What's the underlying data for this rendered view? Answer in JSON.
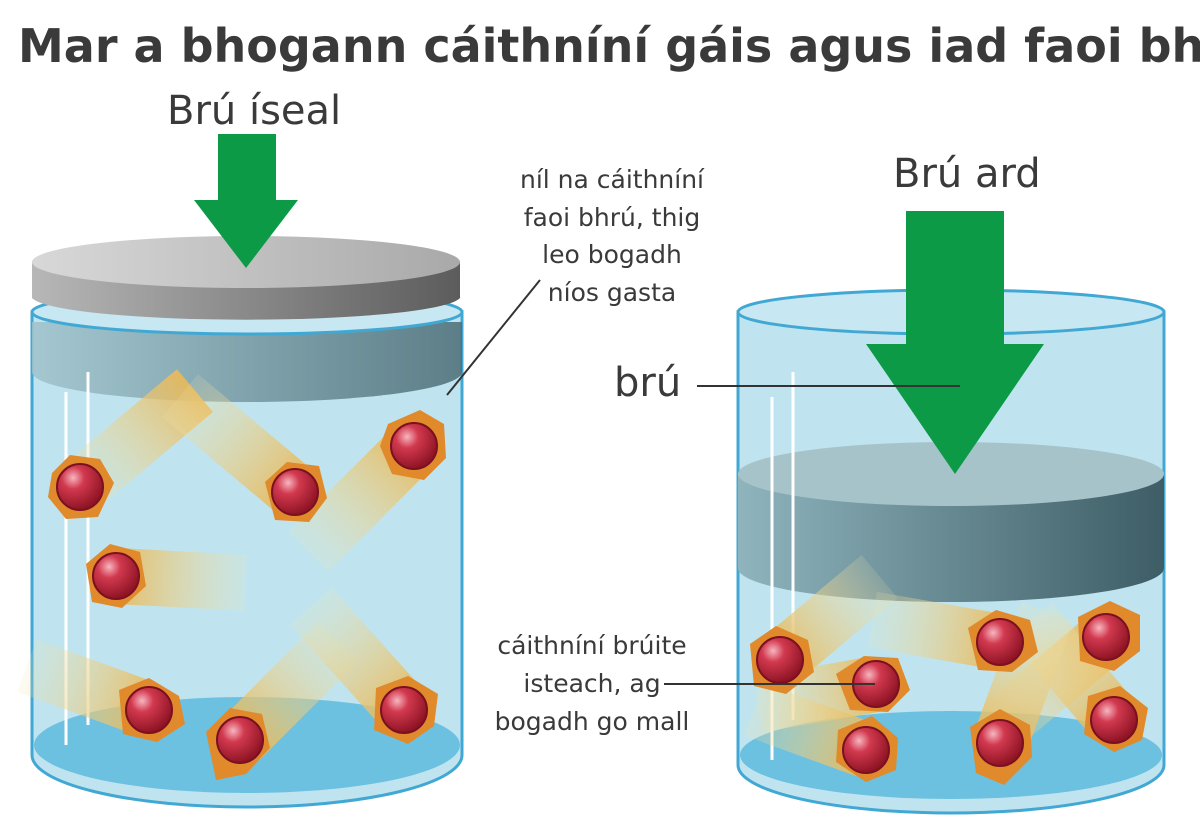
{
  "title": "Mar a bhogann cáithníní gáis agus iad faoi bhrú...",
  "left_jar": {
    "pressure_label": "Brú íseal",
    "annotation_lines": [
      "níl na cáithníní",
      "faoi bhrú, thig",
      "leo bogadh",
      "níos gasta"
    ]
  },
  "right_jar": {
    "pressure_label": "Brú ard",
    "pressure_callout": "brú",
    "annotation_lines": [
      "cáithníní brúite",
      "isteach, ag",
      "bogadh go mall"
    ]
  },
  "colors": {
    "arrow": "#0d9a47",
    "jar_fill": "#bfe4f0",
    "jar_edge": "#41a8d4",
    "jar_bottom": "#6cc0e0",
    "lid_light": "#c9c9c9",
    "lid_dark": "#6a6a6a",
    "particle": "#c8283c",
    "particle_edge": "#e08a2c",
    "trail": "#e9c77a"
  }
}
